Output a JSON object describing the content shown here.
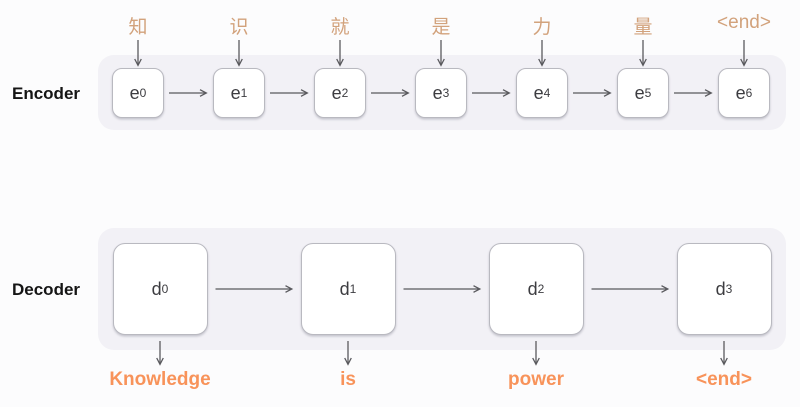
{
  "encoder": {
    "label": "Encoder",
    "inputs": [
      "知",
      "识",
      "就",
      "是",
      "力",
      "量",
      "<end>"
    ],
    "cells": [
      {
        "base": "e",
        "sub": "0"
      },
      {
        "base": "e",
        "sub": "1"
      },
      {
        "base": "e",
        "sub": "2"
      },
      {
        "base": "e",
        "sub": "3"
      },
      {
        "base": "e",
        "sub": "4"
      },
      {
        "base": "e",
        "sub": "5"
      },
      {
        "base": "e",
        "sub": "6"
      }
    ]
  },
  "decoder": {
    "label": "Decoder",
    "cells": [
      {
        "base": "d",
        "sub": "0"
      },
      {
        "base": "d",
        "sub": "1"
      },
      {
        "base": "d",
        "sub": "2"
      },
      {
        "base": "d",
        "sub": "3"
      }
    ],
    "outputs": [
      "Knowledge",
      "is",
      "power",
      "<end>"
    ]
  },
  "colors": {
    "page_bg": "#fcfcfd",
    "container_bg": "#f2f1f6",
    "cell_bg": "#ffffff",
    "cell_border": "#b9b9c0",
    "cell_text": "#3c3c40",
    "label_text": "#151515",
    "input_text": "#d2a27c",
    "output_text": "#f8935a",
    "arrow": "#5a5a5e"
  }
}
